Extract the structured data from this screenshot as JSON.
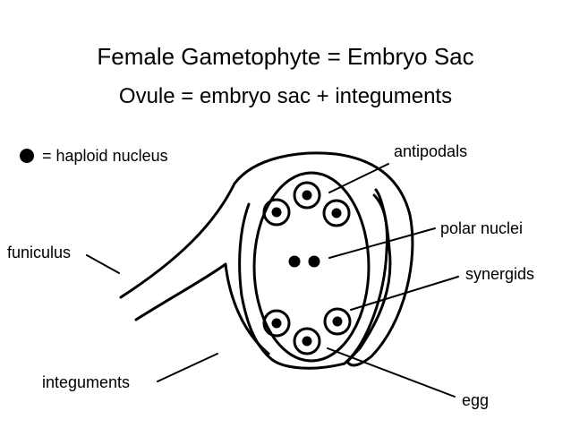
{
  "title": "Female Gametophyte = Embryo Sac",
  "subtitle": "Ovule = embryo sac + integuments",
  "legend": {
    "symbol": "filled-dot-icon",
    "text": "= haploid nucleus"
  },
  "labels": {
    "antipodals": "antipodals",
    "polar_nuclei": "polar nuclei",
    "funiculus": "funiculus",
    "synergids": "synergids",
    "integuments": "integuments",
    "egg": "egg"
  },
  "colors": {
    "line": "#000000",
    "background": "#ffffff"
  }
}
